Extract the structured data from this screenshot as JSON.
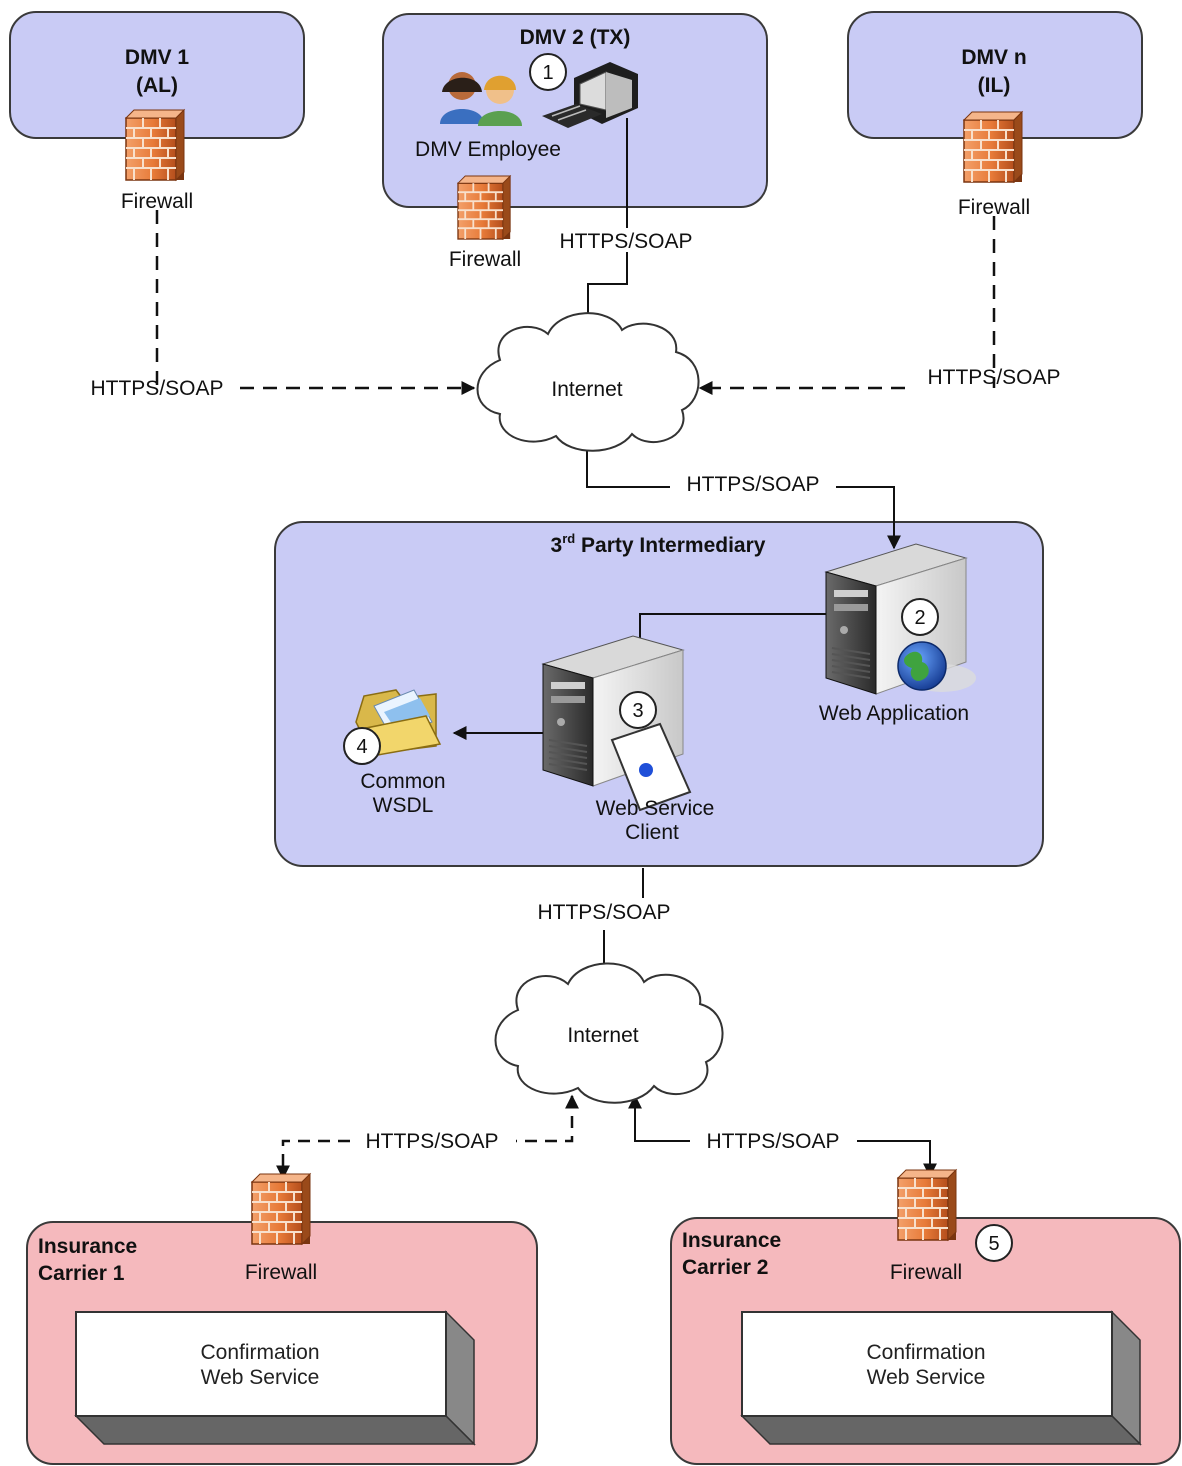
{
  "colors": {
    "dmv_fill": "#c9cbf5",
    "intermediary_fill": "#c9cbf5",
    "carrier_fill": "#f5b9bd",
    "box_stroke": "#3a3a3a",
    "firewall_brick": "#e9803f",
    "line": "#111111"
  },
  "dmv": [
    {
      "title_line1": "DMV 1",
      "title_line2": "(AL)",
      "firewall": "Firewall"
    },
    {
      "title": "DMV 2 (TX)",
      "employee": "DMV Employee",
      "badge": "1",
      "firewall": "Firewall"
    },
    {
      "title_line1": "DMV n",
      "title_line2": "(IL)",
      "firewall": "Firewall"
    }
  ],
  "protocol": "HTTPS/SOAP",
  "internet_label": "Internet",
  "intermediary": {
    "title_prefix": "3",
    "title_sup": "rd",
    "title_suffix": " Party Intermediary",
    "web_app": {
      "label": "Web Application",
      "badge": "2"
    },
    "ws_client": {
      "label_line1": "Web Service",
      "label_line2": "Client",
      "badge": "3"
    },
    "wsdl": {
      "label_line1": "Common",
      "label_line2": "WSDL",
      "badge": "4"
    }
  },
  "carriers": [
    {
      "title_line1": "Insurance",
      "title_line2": "Carrier 1",
      "firewall": "Firewall",
      "service_line1": "Confirmation",
      "service_line2": "Web Service"
    },
    {
      "title_line1": "Insurance",
      "title_line2": "Carrier 2",
      "firewall": "Firewall",
      "badge": "5",
      "service_line1": "Confirmation",
      "service_line2": "Web Service"
    }
  ],
  "icons": {
    "firewall": "brick-firewall-icon",
    "server": "server-tower-icon",
    "globe": "globe-icon",
    "users": "users-icon",
    "workstation": "computer-workstation-icon",
    "folder": "folder-wsdl-icon",
    "cloud": "cloud-internet-icon",
    "certificate": "certificate-card-icon"
  }
}
